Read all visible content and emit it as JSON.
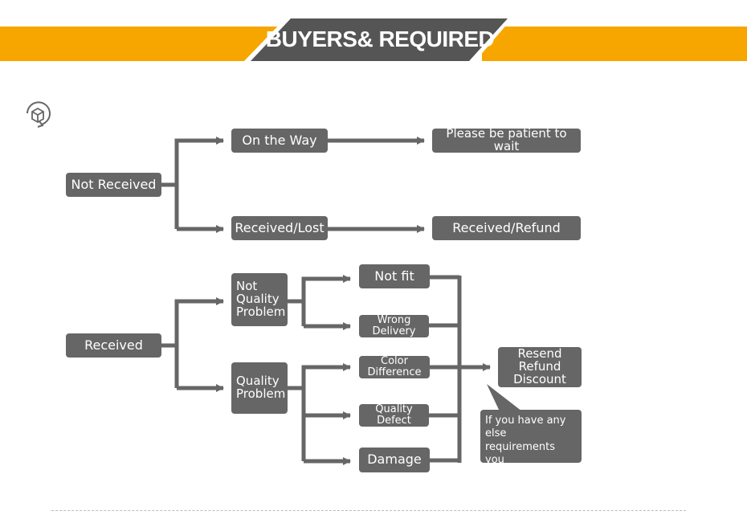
{
  "banner": {
    "title": "BUYERS& REQUIRED",
    "color": "#f7a600",
    "plate_color": "#555555"
  },
  "icon": "box-refresh-icon",
  "colors": {
    "node": "#666666",
    "arrow": "#666666",
    "text": "#ffffff"
  },
  "nodes": {
    "not_received": "Not Received",
    "on_the_way": "On the Way",
    "patient": "Please be patient to wait",
    "received_lost": "Received/Lost",
    "received_refund": "Received/Refund",
    "received": "Received",
    "not_quality_problem": "Not\nQuality\nProblem",
    "quality_problem": "Quality\nProblem",
    "not_fit": "Not fit",
    "wrong_delivery": "Wrong Delivery",
    "color_difference": "Color Difference",
    "quality_defect": "Quality Defect",
    "damage": "Damage",
    "resolution": "Resend\nRefund\nDiscount",
    "callout": "If you have any else\nrequirements you\ncould also tell us"
  }
}
